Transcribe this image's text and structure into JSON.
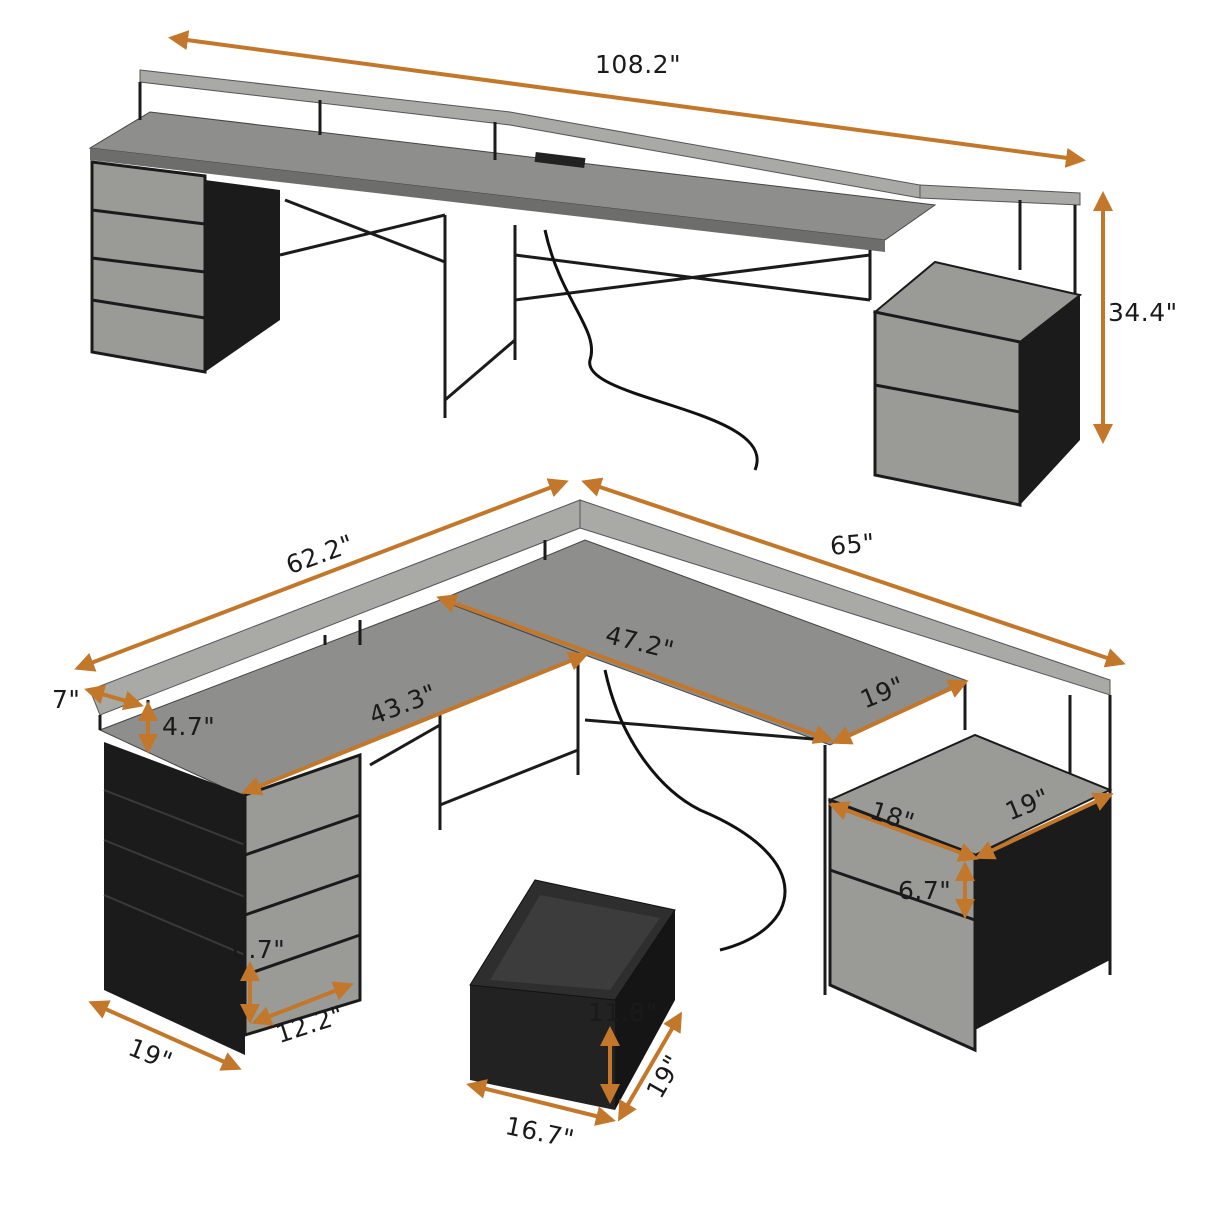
{
  "colors": {
    "dimension_arrow": "#C2772A",
    "wood": "#8E8E8C",
    "wood_light": "#A9A9A6",
    "frame": "#1B1B1B"
  },
  "top_view": {
    "total_length": "108.2\"",
    "height": "34.4\""
  },
  "l_view": {
    "left_length": "62.2\"",
    "right_length": "65\"",
    "shelf_depth": "7\"",
    "shelf_height": "4.7\"",
    "left_desk_length": "43.3\"",
    "right_desk_length": "47.2\"",
    "desk_depth": "19\"",
    "right_cabinet_width": "18\"",
    "right_cabinet_depth": "19\"",
    "right_drawer_height": "6.7\"",
    "left_drawer_height": "6.7\"",
    "left_drawer_width": "12.2\"",
    "left_cabinet_depth": "19\""
  },
  "drawer_view": {
    "height": "11.8\"",
    "depth": "19\"",
    "width": "16.7\""
  }
}
